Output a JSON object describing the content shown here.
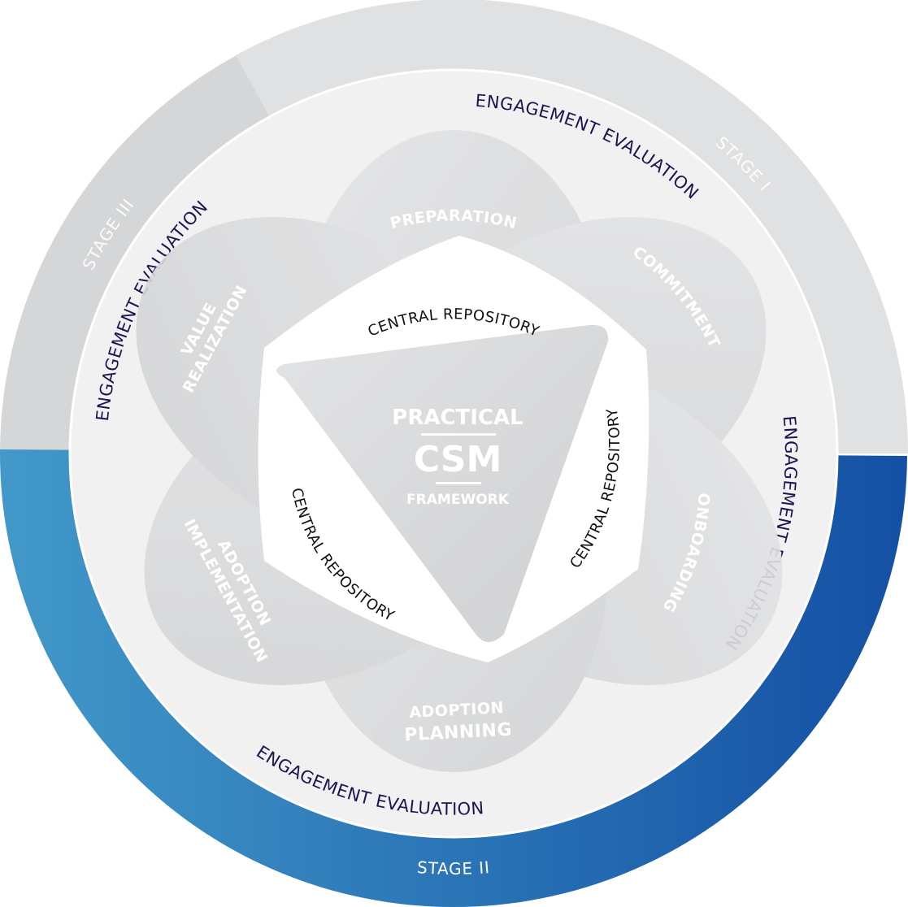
{
  "title": "Practical CSM Framework",
  "center": {
    "line1": "PRACTICAL",
    "line2": "CSM",
    "line3": "FRAMEWORK"
  },
  "stages": [
    {
      "id": "stage-1",
      "label": "STAGE I"
    },
    {
      "id": "stage-2",
      "label": "STAGE II"
    },
    {
      "id": "stage-3",
      "label": "STAGE III"
    }
  ],
  "engagement_labels": [
    "ENGAGEMENT EVALUATION",
    "ENGAGEMENT EVALUATION",
    "ENGAGEMENT EVALUATION",
    "ENGAGEMENT EVALUATION"
  ],
  "phases": [
    {
      "label": "PREPARATION"
    },
    {
      "label": "COMMITMENT"
    },
    {
      "label": "ONBOARDING"
    },
    {
      "label_line1": "ADOPTION",
      "label_line2": "PLANNING"
    },
    {
      "label_line1": "ADOPTION",
      "label_line2": "IMPLEMENTATION"
    },
    {
      "label_line1": "VALUE",
      "label_line2": "REALIZATION"
    }
  ],
  "repository_labels": [
    "CENTRAL REPOSITORY",
    "CENTRAL REPOSITORY",
    "CENTRAL REPOSITORY"
  ],
  "colors": {
    "stage_gray_dark": "#d3d4d6",
    "stage_gray_light": "#e1e2e4",
    "blue_left": "#4197c8",
    "blue_right": "#1551a5",
    "inner_disk": "#f1f1f2",
    "petal": "#dcdddf",
    "eval_text": "#1f1450"
  }
}
